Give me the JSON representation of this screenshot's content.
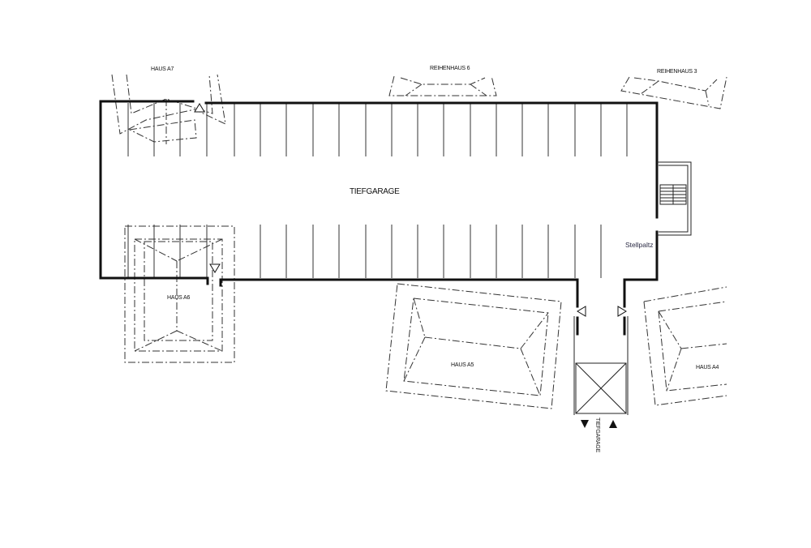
{
  "labels": {
    "haus_a7": "HAUS A7",
    "reihenhaus_6": "REIHENHAUS 6",
    "reihenhaus_3": "REIHENHAUS 3",
    "tiefgarage_main": "TIEFGARAGE",
    "stellplatz": "Stellpaltz",
    "haus_a6": "HAUS A6",
    "haus_a5": "HAUS A5",
    "haus_a4": "HAUS A4",
    "tiefgarage_ramp": "TIEFGARAGE"
  },
  "colors": {
    "line": "#111111",
    "background": "#ffffff"
  }
}
